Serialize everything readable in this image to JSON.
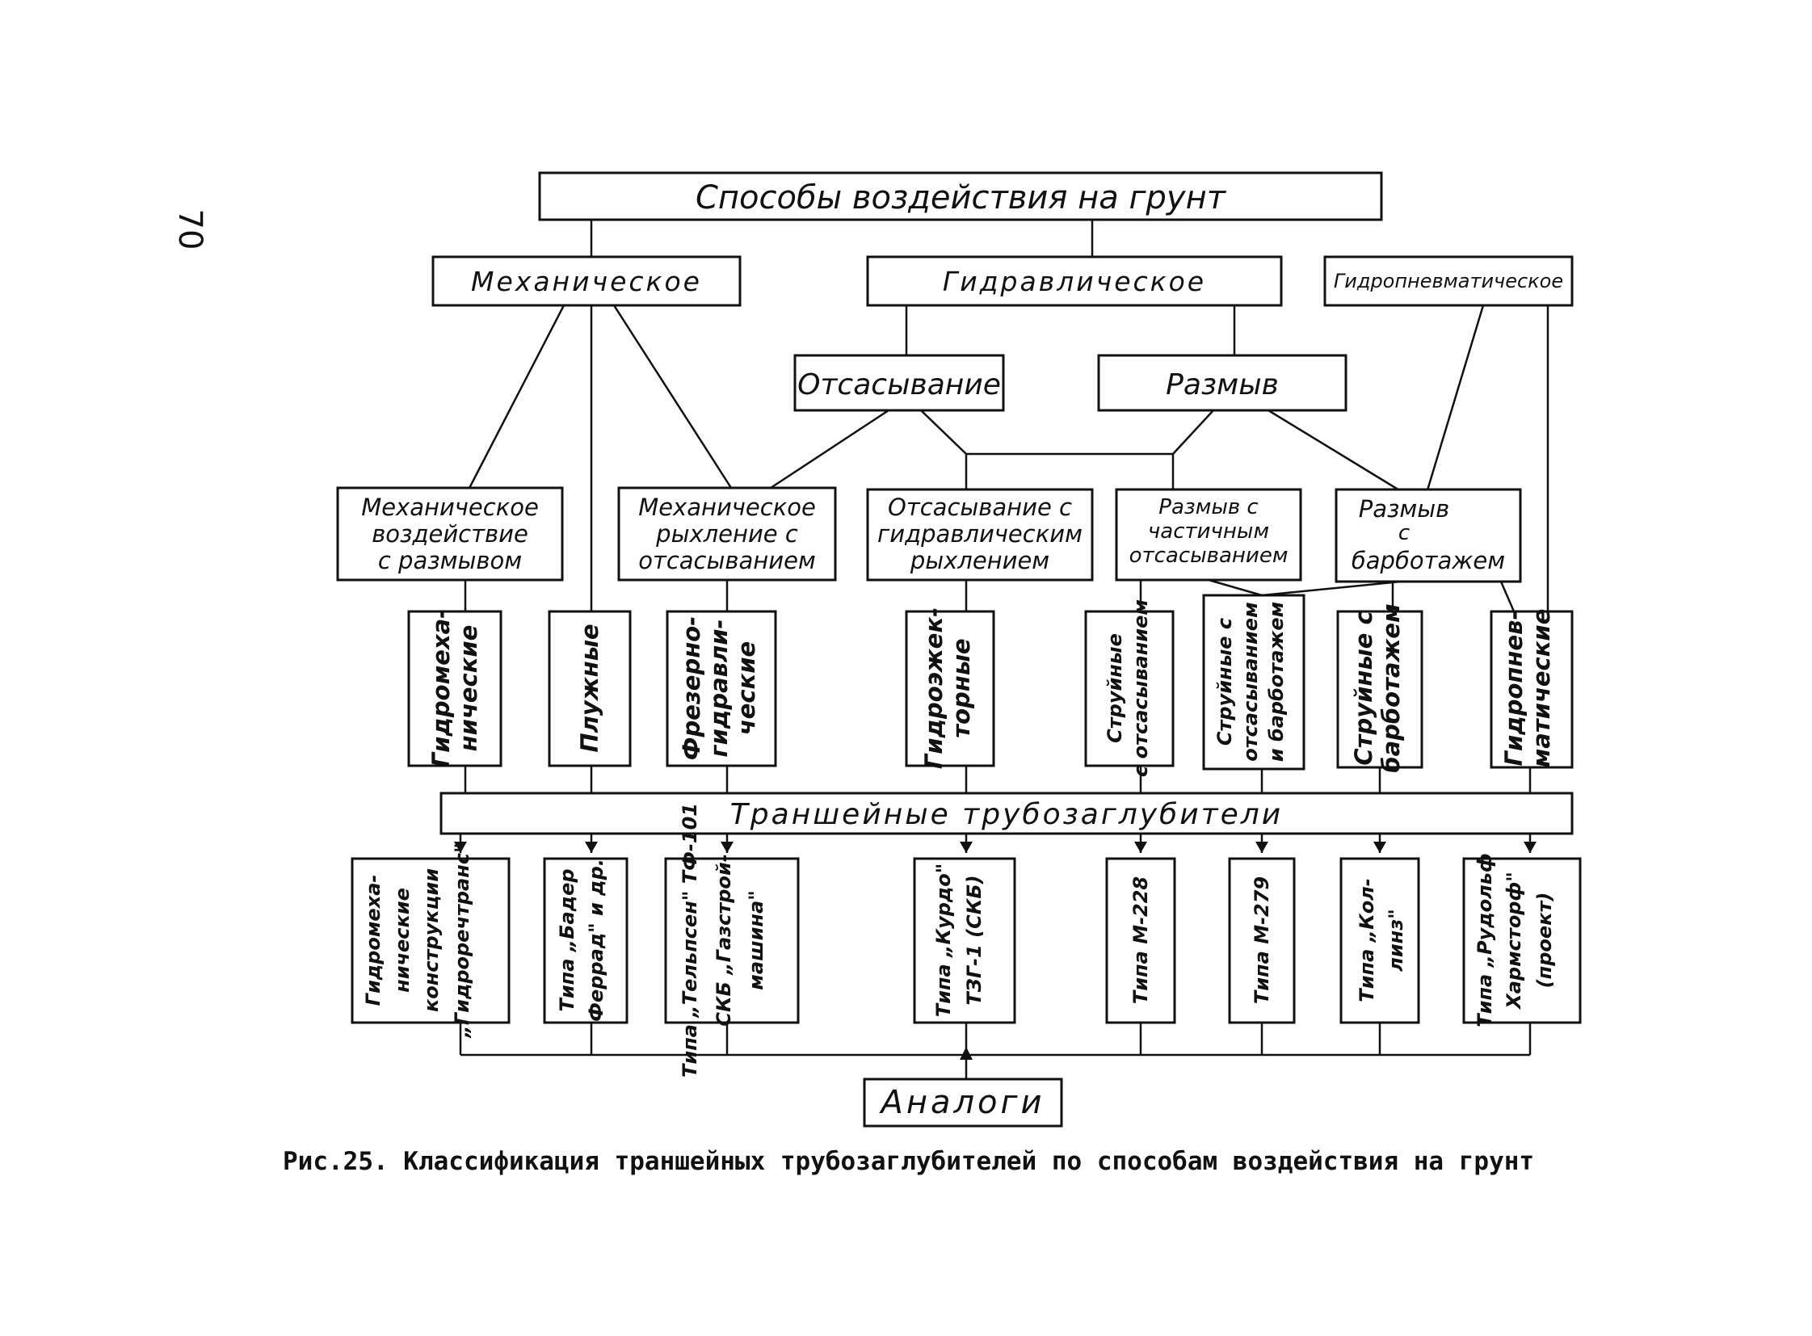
{
  "page_number": "70",
  "root": "Способы воздействия на грунт",
  "methods": {
    "mechanical": "Механическое",
    "hydraulic": "Гидравлическое",
    "hydropneumatic": "Гидропневматическое"
  },
  "hydraulic_sub": {
    "suction": "Отсасывание",
    "washout": "Размыв"
  },
  "combined": {
    "mech_washout": [
      "Механическое",
      "воздействие",
      "с размывом"
    ],
    "mech_loosening_suction": [
      "Механическое",
      "рыхление с",
      "отсасыванием"
    ],
    "suction_hydro_loosening": [
      "Отсасывание с",
      "гидравлическим",
      "рыхлением"
    ],
    "washout_partial_suction": [
      "Размыв с",
      "частичным",
      "отсасыванием"
    ],
    "washout_bubbling": [
      "Размыв",
      "с",
      "барботажем"
    ]
  },
  "types": [
    [
      "Гидромеха-",
      "нические"
    ],
    [
      "Плужные"
    ],
    [
      "Фрезерно-",
      "гидравли-",
      "ческие"
    ],
    [
      "Гидроэжек-",
      "торные"
    ],
    [
      "Струйные",
      "с отсасыванием"
    ],
    [
      "Струйные с",
      "отсасыванием",
      "и барботажем"
    ],
    [
      "Струйные с",
      "барботажем"
    ],
    [
      "Гидропнев-",
      "матические"
    ]
  ],
  "bar_label": "Траншейные   трубозаглубители",
  "machines": [
    [
      "Гидромеха-",
      "нические",
      "конструкции",
      "„Гидроречтранс\""
    ],
    [
      "Типа „Бадер",
      "Феррад\" и др."
    ],
    [
      "Типа „Тельпсен\" ТФ-101",
      "СКБ „Газстрой-",
      "машина\""
    ],
    [
      "Типа „Курдо\"",
      "ТЗГ-1 (СКБ)"
    ],
    [
      "Типа М-228"
    ],
    [
      "Типа М-279"
    ],
    [
      "Типа „Кол-",
      "линз\""
    ],
    [
      "Типа „Рудольф",
      "Хармсторф\"",
      "(проект)"
    ]
  ],
  "analogs": "Аналоги",
  "caption": "Рис.25. Классификация траншейных трубозаглубителей по способам воздействия на грунт"
}
